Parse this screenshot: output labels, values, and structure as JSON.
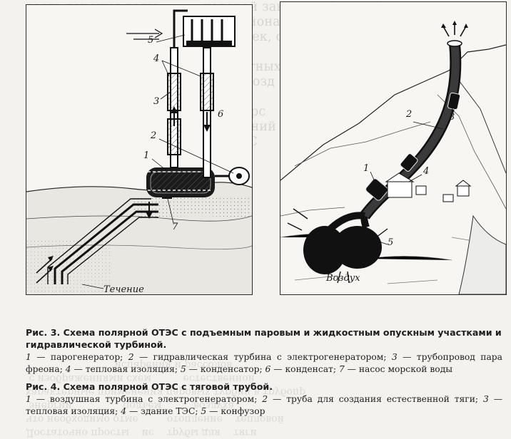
{
  "figure3": {
    "labels": [
      "5",
      "4",
      "3",
      "6",
      "2",
      "1",
      "7",
      "Течение"
    ]
  },
  "figure4": {
    "labels": [
      "2",
      "3",
      "1",
      "4",
      "5",
      "Воздух"
    ]
  },
  "captions": {
    "fig3_title": "Рис. 3. Схема полярной ОТЭС с подъемным паровым и жидкостным опускным участками и гидравлической турбиной.",
    "fig3_legend": [
      {
        "n": "1",
        "t": "парогенератор;"
      },
      {
        "n": "2",
        "t": "гидравлическая турбина с электрогенератором;"
      },
      {
        "n": "3",
        "t": "трубопровод пара фреона;"
      },
      {
        "n": "4",
        "t": "тепловая изоляция;"
      },
      {
        "n": "5",
        "t": "конденсатор;"
      },
      {
        "n": "6",
        "t": "конденсат;"
      },
      {
        "n": "7",
        "t": "насос морской воды"
      }
    ],
    "fig4_title": "Рис. 4. Схема полярной ОТЭС с тяговой трубой.",
    "fig4_legend": [
      {
        "n": "1",
        "t": "воздушная турбина с электрогенератором;"
      },
      {
        "n": "2",
        "t": "труба для создания естественной тяги;"
      },
      {
        "n": "3",
        "t": "тепловая изоляция;"
      },
      {
        "n": "4",
        "t": "здание ТЭС;"
      },
      {
        "n": "5",
        "t": "конфузор"
      }
    ]
  }
}
